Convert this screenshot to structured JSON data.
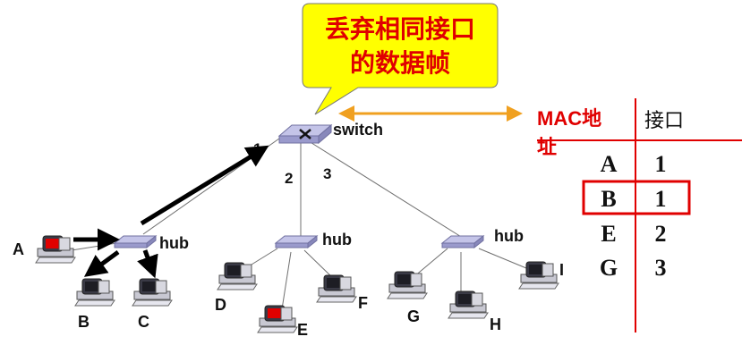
{
  "callout": {
    "line1": "丢弃相同接口",
    "line2": "的数据帧"
  },
  "switch": {
    "label": "switch",
    "ports": [
      "1",
      "2",
      "3"
    ]
  },
  "hubs": [
    "hub",
    "hub",
    "hub"
  ],
  "hosts": [
    "A",
    "B",
    "C",
    "D",
    "E",
    "F",
    "G",
    "H",
    "I"
  ],
  "table": {
    "header_mac_line1": "MAC地",
    "header_mac_line2": "址",
    "header_port": "接口",
    "rows": [
      {
        "mac": "A",
        "port": "1"
      },
      {
        "mac": "B",
        "port": "1"
      },
      {
        "mac": "E",
        "port": "2"
      },
      {
        "mac": "G",
        "port": "3"
      }
    ],
    "highlight_row": 1
  },
  "colors": {
    "callout_fill": "#ffff00",
    "callout_text": "#e00000",
    "table_lines": "#e00000",
    "double_arrow": "#f0a020",
    "active_host": "#e00000"
  }
}
